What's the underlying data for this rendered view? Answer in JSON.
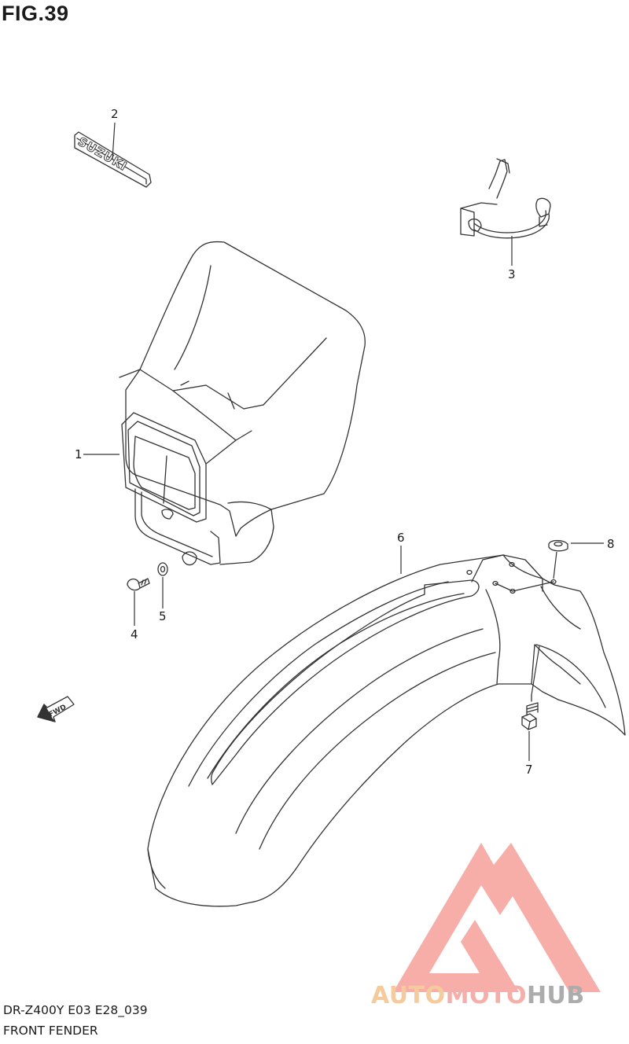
{
  "figure": {
    "title": "FIG.39"
  },
  "footer": {
    "model_code": "DR-Z400Y E03 E28_039",
    "section_name": "FRONT FENDER"
  },
  "callouts": [
    "1",
    "2",
    "3",
    "4",
    "5",
    "6",
    "7",
    "8"
  ],
  "parts": {
    "emblem_text": "SUZUKI",
    "fwd_arrow_text": "FWD"
  },
  "watermark": {
    "text_auto": "AUTO",
    "text_moto": "MOTO",
    "text_hub": "HUB",
    "colors": {
      "auto": "#f4c28e",
      "moto": "#f4a29c",
      "hub": "#9e9e9e",
      "logo": "#f6a09a"
    }
  }
}
